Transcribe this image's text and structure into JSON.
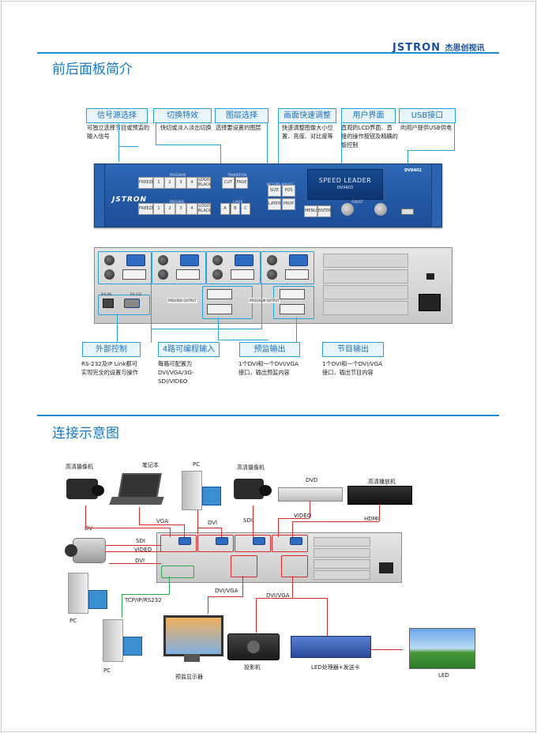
{
  "header": {
    "brand": "JSTRON",
    "brand_cn": "杰思创视讯"
  },
  "section1": {
    "title": "前后面板简介"
  },
  "section2": {
    "title": "连接示意图"
  },
  "front_callouts": [
    {
      "title": "信号源选择",
      "desc": "可独立选择节目或预监的输入信号"
    },
    {
      "title": "切换特效",
      "desc": "快切或淡入淡出切换"
    },
    {
      "title": "图层选择",
      "desc": "选择要设置的图层"
    },
    {
      "title": "画面快速调整",
      "desc": "快速调整图像大小位置、亮度、对比度等"
    },
    {
      "title": "用户界面",
      "desc": "直观的LCD界面、直接的操作按钮及精确的旋控制"
    },
    {
      "title": "USB接口",
      "desc": "向用户提供USB供电"
    }
  ],
  "rear_callouts": [
    {
      "title": "外部控制",
      "desc": "RS-232及IP Link都可实现完全的设置与操作"
    },
    {
      "title": "4路可编程输入",
      "desc": "每路可配置为DVI/VGA/3G-SDI/VIDEO"
    },
    {
      "title": "预监输出",
      "desc": "1个DVI和一个DVI/VGA接口，输出预监内容"
    },
    {
      "title": "节目输出",
      "desc": "1个DVI和一个DVI/VGA接口，输出节目内容"
    }
  ],
  "front_panel": {
    "model": "DV8402",
    "lcd_line1": "SPEED LEADER",
    "lcd_line2": "DVX403",
    "program_label": "PROGRAM",
    "preview_label": "PREVIEW",
    "transition_label": "TRANSITION",
    "layer_label": "LAYER",
    "picture_adjust_label": "PICTURE ADJUST",
    "adjust_label": "ADJUST",
    "buttons_row1": [
      "FREEZE",
      "1",
      "2",
      "3",
      "4",
      "LOGO BLACK"
    ],
    "buttons_row2": [
      "FREEZE",
      "1",
      "2",
      "3",
      "4",
      "LOGO BLACK"
    ],
    "transition_buttons": [
      "CUT",
      "FADE"
    ],
    "layer_buttons": [
      "A",
      "B",
      "C"
    ],
    "adjust_buttons": [
      "SIZE",
      "POS",
      "LAYER",
      "PROP"
    ],
    "menu_buttons": [
      "MENU",
      "ENTER"
    ],
    "brand": "JSTRON"
  },
  "rear_panel": {
    "preview_output_label": "PREVIEW OUTPUT",
    "program_output_label": "PROGRAM OUTPUT",
    "ip_label": "IP/LAN",
    "rs232_label": "RS-232"
  },
  "connection": {
    "devices": {
      "hd_camcorder": "高清摄像机",
      "laptop": "笔记本",
      "pc_top": "PC",
      "hd_camera": "高清摄像机",
      "dvd": "DVD",
      "hd_player": "高清播放机",
      "dv": "DV",
      "pc_left": "PC",
      "pc_bottom": "PC",
      "monitor": "预监显示器",
      "projector": "投影机",
      "led_processor": "LED处理器+发送卡",
      "led": "LED"
    },
    "signals": {
      "vga": "VGA",
      "dvi": "DVI",
      "sdi": "SDI",
      "video": "VIDEO",
      "hdmi": "HDMI",
      "sdi_left": "SDI",
      "video_left": "VIDEO",
      "dvi_left": "DVI",
      "tcp": "TCP/IP/RS232",
      "dvi_vga_1": "DVI/VGA",
      "dvi_vga_2": "DVI/VGA"
    }
  },
  "colors": {
    "accent": "#1a8ed0",
    "device_blue": "#1f56a3",
    "signal_red": "#d92b2b",
    "signal_green": "#2aa84a"
  }
}
